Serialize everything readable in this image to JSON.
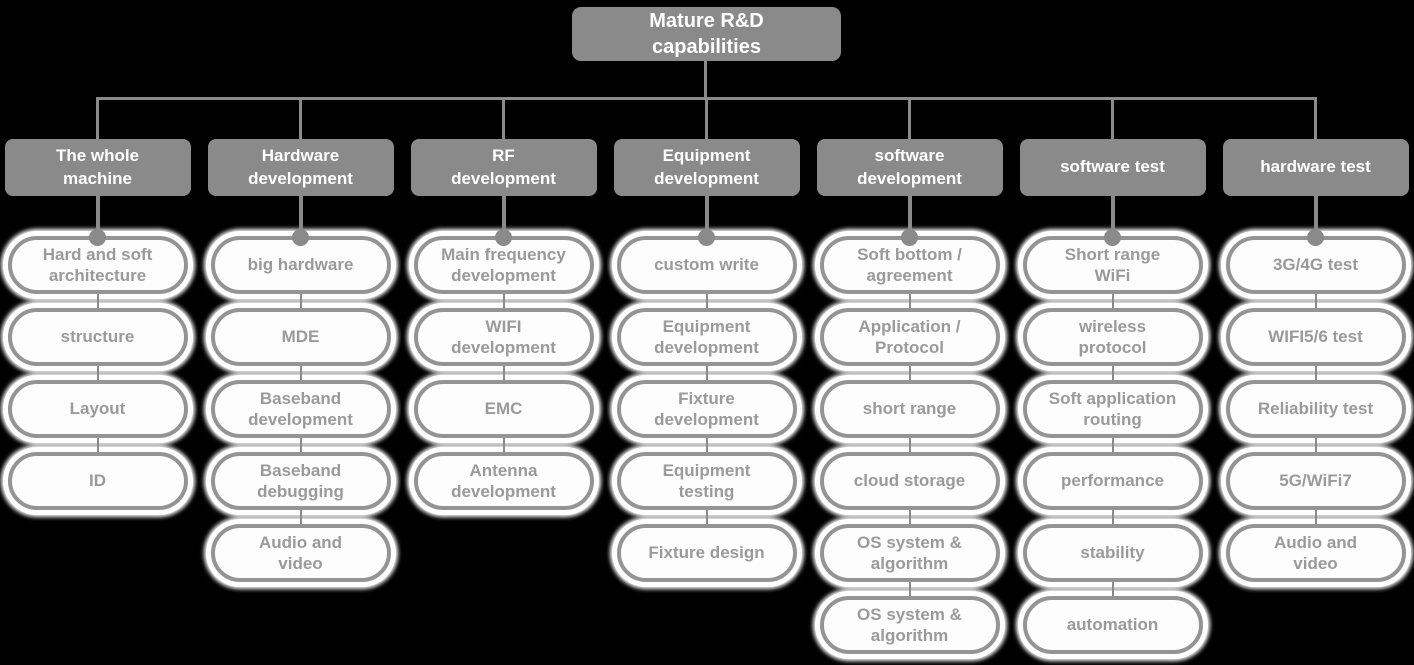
{
  "diagram": {
    "root": {
      "label": "Mature R&D\ncapabilities"
    },
    "columns": [
      {
        "header": "The whole\nmachine",
        "items": [
          "Hard and soft\narchitecture",
          "structure",
          "Layout",
          "ID"
        ]
      },
      {
        "header": "Hardware\ndevelopment",
        "items": [
          "big hardware",
          "MDE",
          "Baseband\ndevelopment",
          "Baseband\ndebugging",
          "Audio and\nvideo"
        ]
      },
      {
        "header": "RF\ndevelopment",
        "items": [
          "Main frequency\ndevelopment",
          "WIFI\ndevelopment",
          "EMC",
          "Antenna\ndevelopment"
        ]
      },
      {
        "header": "Equipment\ndevelopment",
        "items": [
          "custom write",
          "Equipment\ndevelopment",
          "Fixture\ndevelopment",
          "Equipment\ntesting",
          "Fixture design"
        ]
      },
      {
        "header": "software\ndevelopment",
        "items": [
          "Soft bottom /\nagreement",
          "Application /\nProtocol",
          "short range",
          "cloud storage",
          "OS system &\nalgorithm",
          "OS system &\nalgorithm"
        ]
      },
      {
        "header": "software test",
        "items": [
          "Short range\nWiFi",
          "wireless\nprotocol",
          "Soft application\nrouting",
          "performance",
          "stability",
          "automation"
        ]
      },
      {
        "header": "hardware test",
        "items": [
          "3G/4G test",
          "WIFI5/6 test",
          "Reliability test",
          "5G/WiFi7",
          "Audio and\nvideo"
        ]
      }
    ],
    "colors": {
      "background": "#000000",
      "header_fill": "#8a8a8a",
      "header_text": "#ffffff",
      "node_fill": "#fdfdfd",
      "node_border": "#949494",
      "node_text": "#9a9a9a",
      "connector": "#8a8a8a",
      "node_glow": "#ffffff"
    }
  }
}
